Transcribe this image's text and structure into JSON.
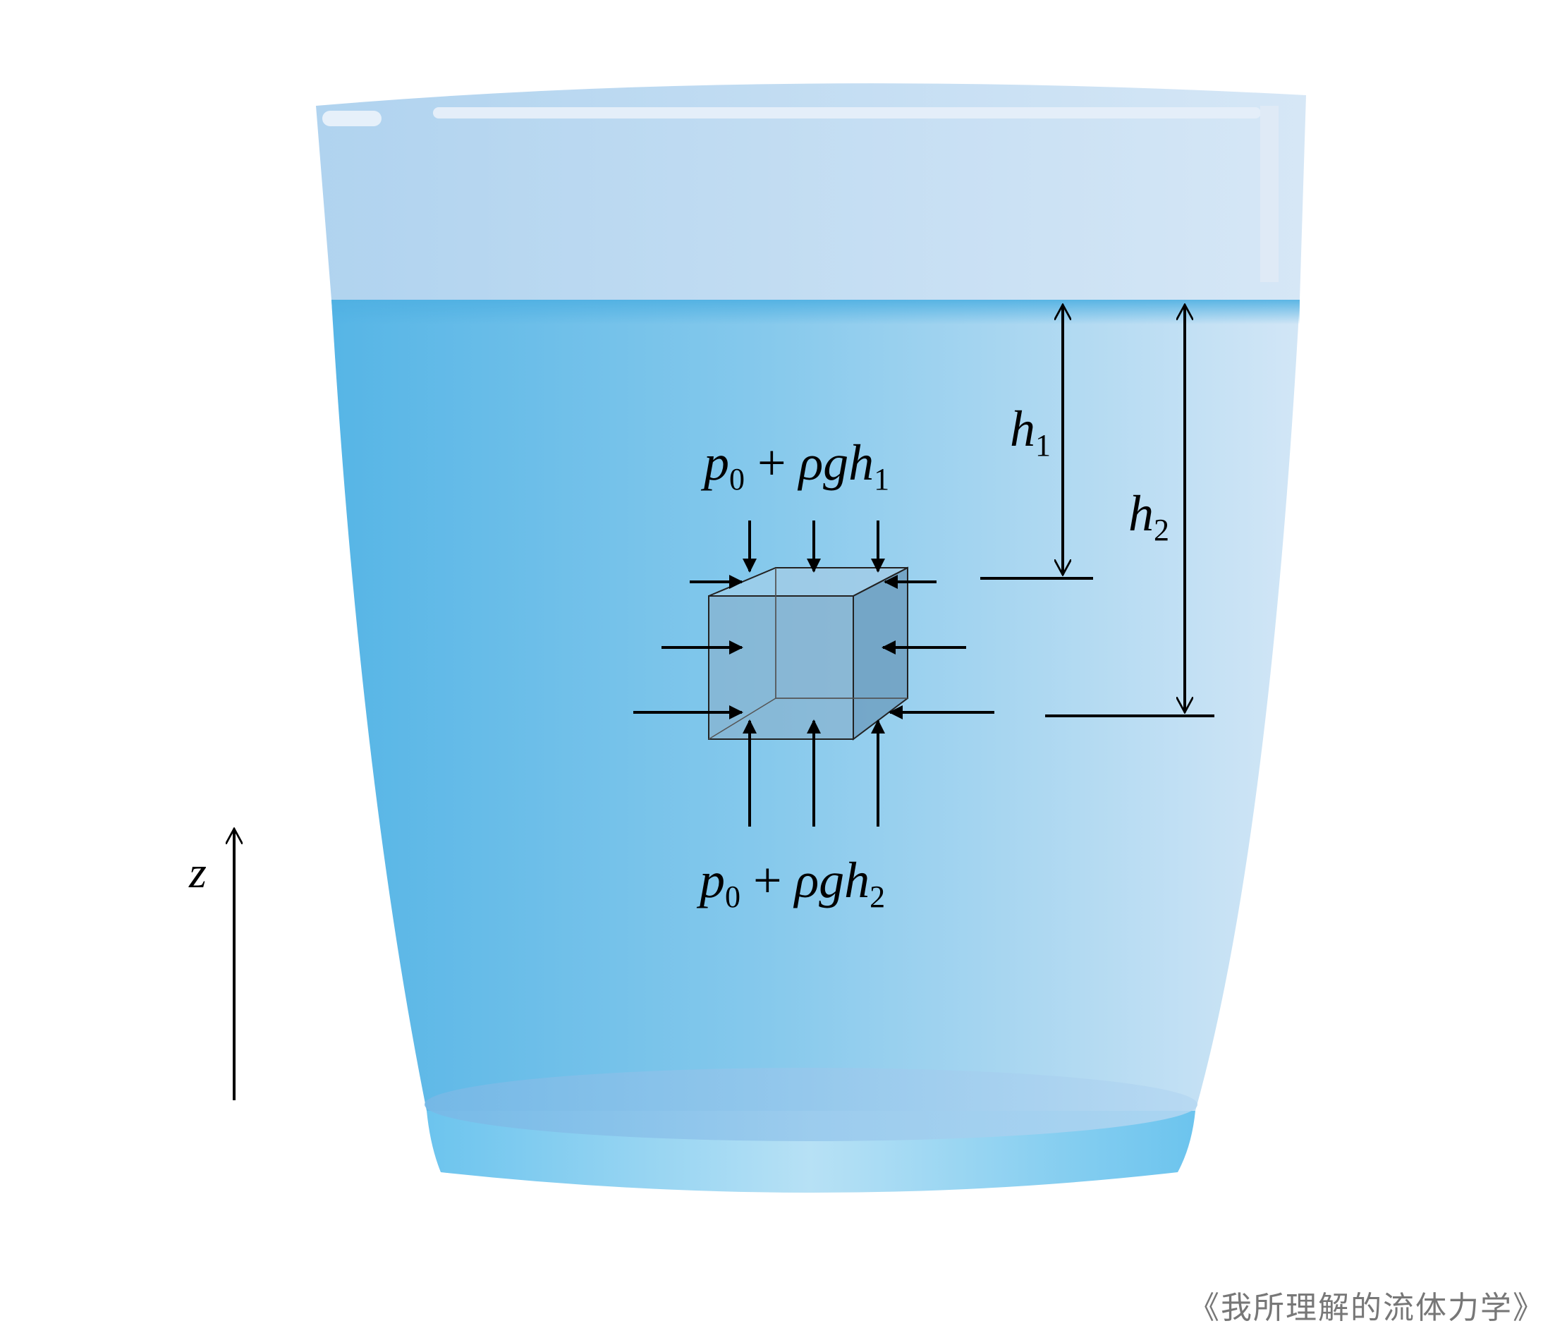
{
  "labels": {
    "top_pressure": {
      "p": "p",
      "sub0": "0",
      "op": "+",
      "rho": "ρ",
      "g": "g",
      "h": "h",
      "sub": "1"
    },
    "bottom_pressure": {
      "p": "p",
      "sub0": "0",
      "op": "+",
      "rho": "ρ",
      "g": "g",
      "h": "h",
      "sub": "2"
    },
    "depth1": {
      "h": "h",
      "sub": "1"
    },
    "depth2": {
      "h": "h",
      "sub": "2"
    },
    "axis": "z"
  },
  "caption": "《我所理解的流体力学》",
  "colors": {
    "water_dark": "#56b5e6",
    "water_light": "#cfe4f5",
    "glass_top": "#b2d4ee",
    "cube_face": "#7fa8c4",
    "arrow": "#000000"
  }
}
